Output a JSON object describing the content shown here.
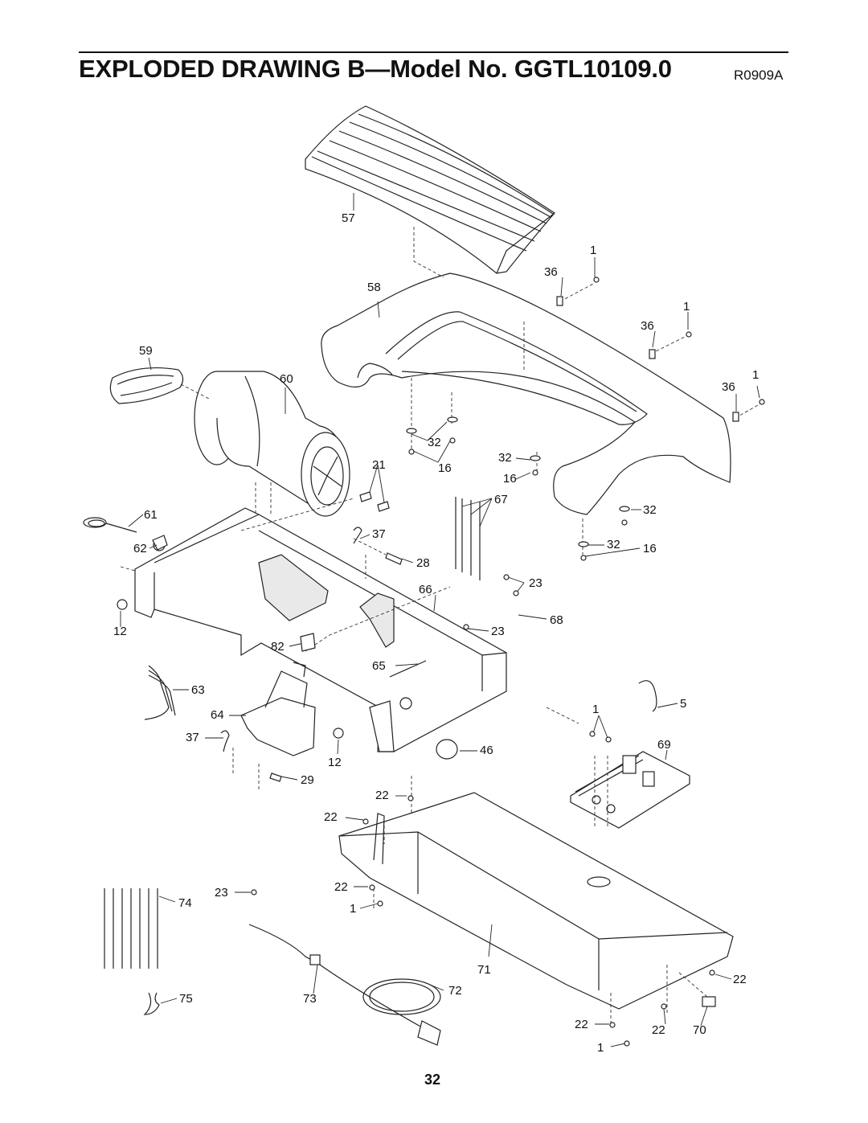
{
  "header": {
    "title": "EXPLODED DRAWING B—Model No. GGTL10109.0",
    "revision": "R0909A"
  },
  "callouts": [
    "57",
    "58",
    "1",
    "36",
    "1",
    "36",
    "1",
    "36",
    "59",
    "60",
    "32",
    "16",
    "32",
    "16",
    "21",
    "67",
    "61",
    "37",
    "32",
    "62",
    "28",
    "32",
    "16",
    "23",
    "12",
    "66",
    "68",
    "23",
    "82",
    "65",
    "63",
    "5",
    "64",
    "1",
    "69",
    "37",
    "46",
    "12",
    "29",
    "22",
    "22",
    "22",
    "74",
    "23",
    "1",
    "71",
    "22",
    "75",
    "73",
    "72",
    "22",
    "22",
    "70",
    "1"
  ],
  "page": {
    "number": "32"
  }
}
